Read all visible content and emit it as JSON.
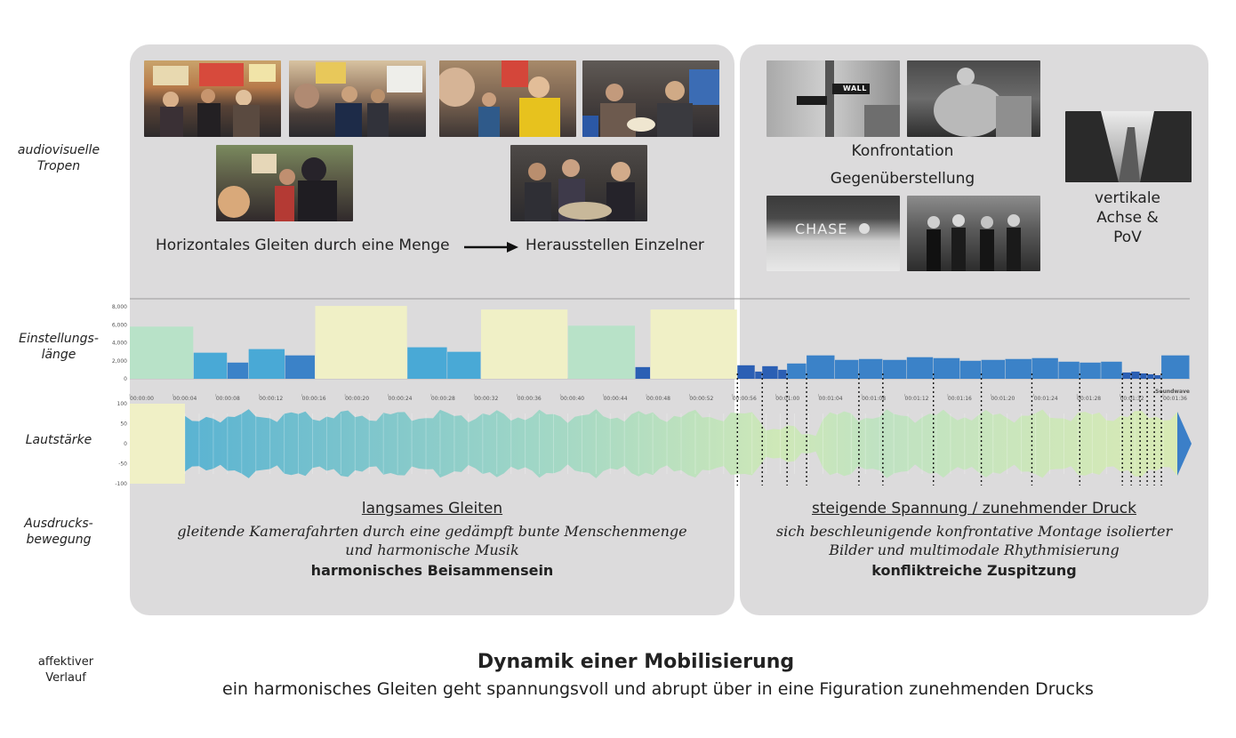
{
  "row_labels": {
    "tropes": "audiovisuelle\nTropen",
    "shot_length": "Einstellungs-\nlänge",
    "volume": "Lautstärke",
    "expression": "Ausdrucks-\nbewegung",
    "affective": "affektiver\nVerlauf"
  },
  "left_panel": {
    "caption_left": "Horizontales Gleiten durch eine Menge",
    "caption_right": "Herausstellen Einzelner",
    "heading": "langsames Gleiten",
    "desc_line1": "gleitende Kamerafahrten durch eine gedämpft bunte Menschenmenge",
    "desc_line2": "und harmonische Musik",
    "summary": "harmonisches Beisammensein"
  },
  "right_panel": {
    "caption_1": "Konfrontation",
    "caption_2": "Gegenüberstellung",
    "caption_vertical_1": "vertikale",
    "caption_vertical_2": "Achse &",
    "caption_vertical_3": "PoV",
    "chase_sign": "CHASE",
    "wall_sign": "WALL",
    "heading": "steigende Spannung / zunehmender Druck",
    "desc_line1": "sich beschleunigende konfrontative Montage isolierter",
    "desc_line2": "Bilder und multimodale Rhythmisierung",
    "summary": "konfliktreiche Zuspitzung"
  },
  "footer": {
    "title": "Dynamik einer Mobilisierung",
    "subtitle": "ein harmonisches Gleiten geht spannungsvoll und abrupt über in eine Figuration zunehmenden Drucks"
  },
  "colors": {
    "panel": "#dcdbdc",
    "bar_pale": "#f0f0c6",
    "bar_mint": "#b8e2c8",
    "bar_cyan": "#49a9d6",
    "bar_blue": "#3b82c8",
    "bar_dark": "#2b5fb4"
  },
  "chart_data": [
    {
      "type": "bar",
      "name": "Einstellungslänge",
      "y_tick_labels": [
        "8,000",
        "6,000",
        "4,000",
        "2,000",
        "0"
      ],
      "ylim": [
        0,
        8500
      ],
      "values": [
        5800,
        2900,
        1800,
        3300,
        2600,
        8100,
        3500,
        3000,
        7700,
        5900,
        1300,
        7700,
        1500,
        800,
        1400,
        1000,
        1700,
        2600,
        2100,
        2200,
        2100,
        2400,
        2300,
        2000,
        2100,
        2200,
        2300,
        1900,
        1800,
        1900,
        700,
        800,
        600,
        500,
        400,
        2600
      ],
      "time_labels": [
        "00:00:00",
        "00:00:04",
        "00:00:08",
        "00:00:12",
        "00:00:16",
        "00:00:20",
        "00:00:24",
        "00:00:28",
        "00:00:32",
        "00:00:36",
        "00:00:40",
        "00:00:44",
        "00:00:48",
        "00:00:52",
        "00:00:56",
        "00:01:00",
        "00:01:04",
        "00:01:08",
        "00:01:12",
        "00:01:16",
        "00:01:20",
        "00:01:24",
        "00:01:28",
        "00:01:32",
        "00:01:36"
      ],
      "legend": "Soundwave"
    },
    {
      "type": "area",
      "name": "Lautstärke",
      "y_tick_labels": [
        "100",
        "50",
        "0",
        "-50",
        "-100"
      ],
      "ylim": [
        -100,
        100
      ]
    }
  ]
}
